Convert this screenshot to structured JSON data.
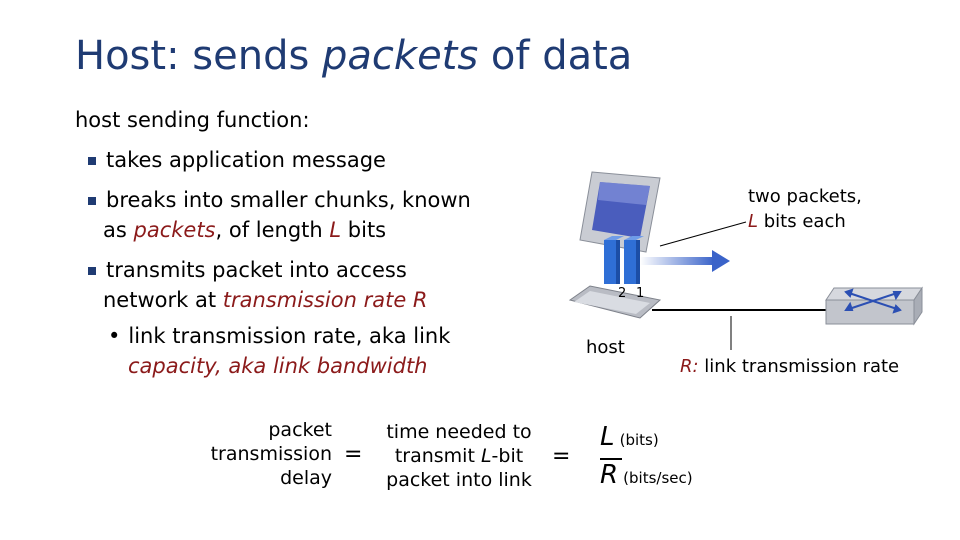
{
  "title": {
    "prefix": "Host: sends ",
    "emphasis": "packets",
    "suffix": " of data"
  },
  "intro": "host sending function:",
  "bullets": {
    "b1": "takes application message",
    "b2_line1": "breaks into smaller chunks, known",
    "b2_line2_pre": "as ",
    "b2_line2_packets": "packets",
    "b2_line2_mid": ", of length ",
    "b2_line2_L": "L",
    "b2_line2_post": " bits",
    "b3_line1": "transmits packet into access",
    "b3_line2_pre": "network at ",
    "b3_line2_rate": "transmission rate R",
    "sub_line1": "link transmission rate, aka link",
    "sub_line2": "capacity, aka link bandwidth"
  },
  "diagram": {
    "packets_label_line1": "two packets,",
    "packets_label_line2_L": "L",
    "packets_label_line2_rest": " bits each",
    "packet_num_2": "2",
    "packet_num_1": "1",
    "host_label": "host",
    "rate_label_R": "R:",
    "rate_label_rest": " link transmission rate"
  },
  "equation": {
    "left_line1": "packet",
    "left_line2": "transmission",
    "left_line3": "delay",
    "eq1": "=",
    "mid_line1": "time needed to",
    "mid_line2_pre": "transmit ",
    "mid_line2_L": "L",
    "mid_line2_post": "-bit",
    "mid_line3": "packet into link",
    "eq2": "=",
    "numerator": "L",
    "numerator_unit": "(bits)",
    "denominator": "R",
    "denominator_unit": "(bits/sec)"
  },
  "colors": {
    "title": "#1f3b73",
    "accent_red": "#8b1a1a",
    "arrow_blue": "#3a63c9",
    "packet_blue": "#2f6fd6"
  }
}
